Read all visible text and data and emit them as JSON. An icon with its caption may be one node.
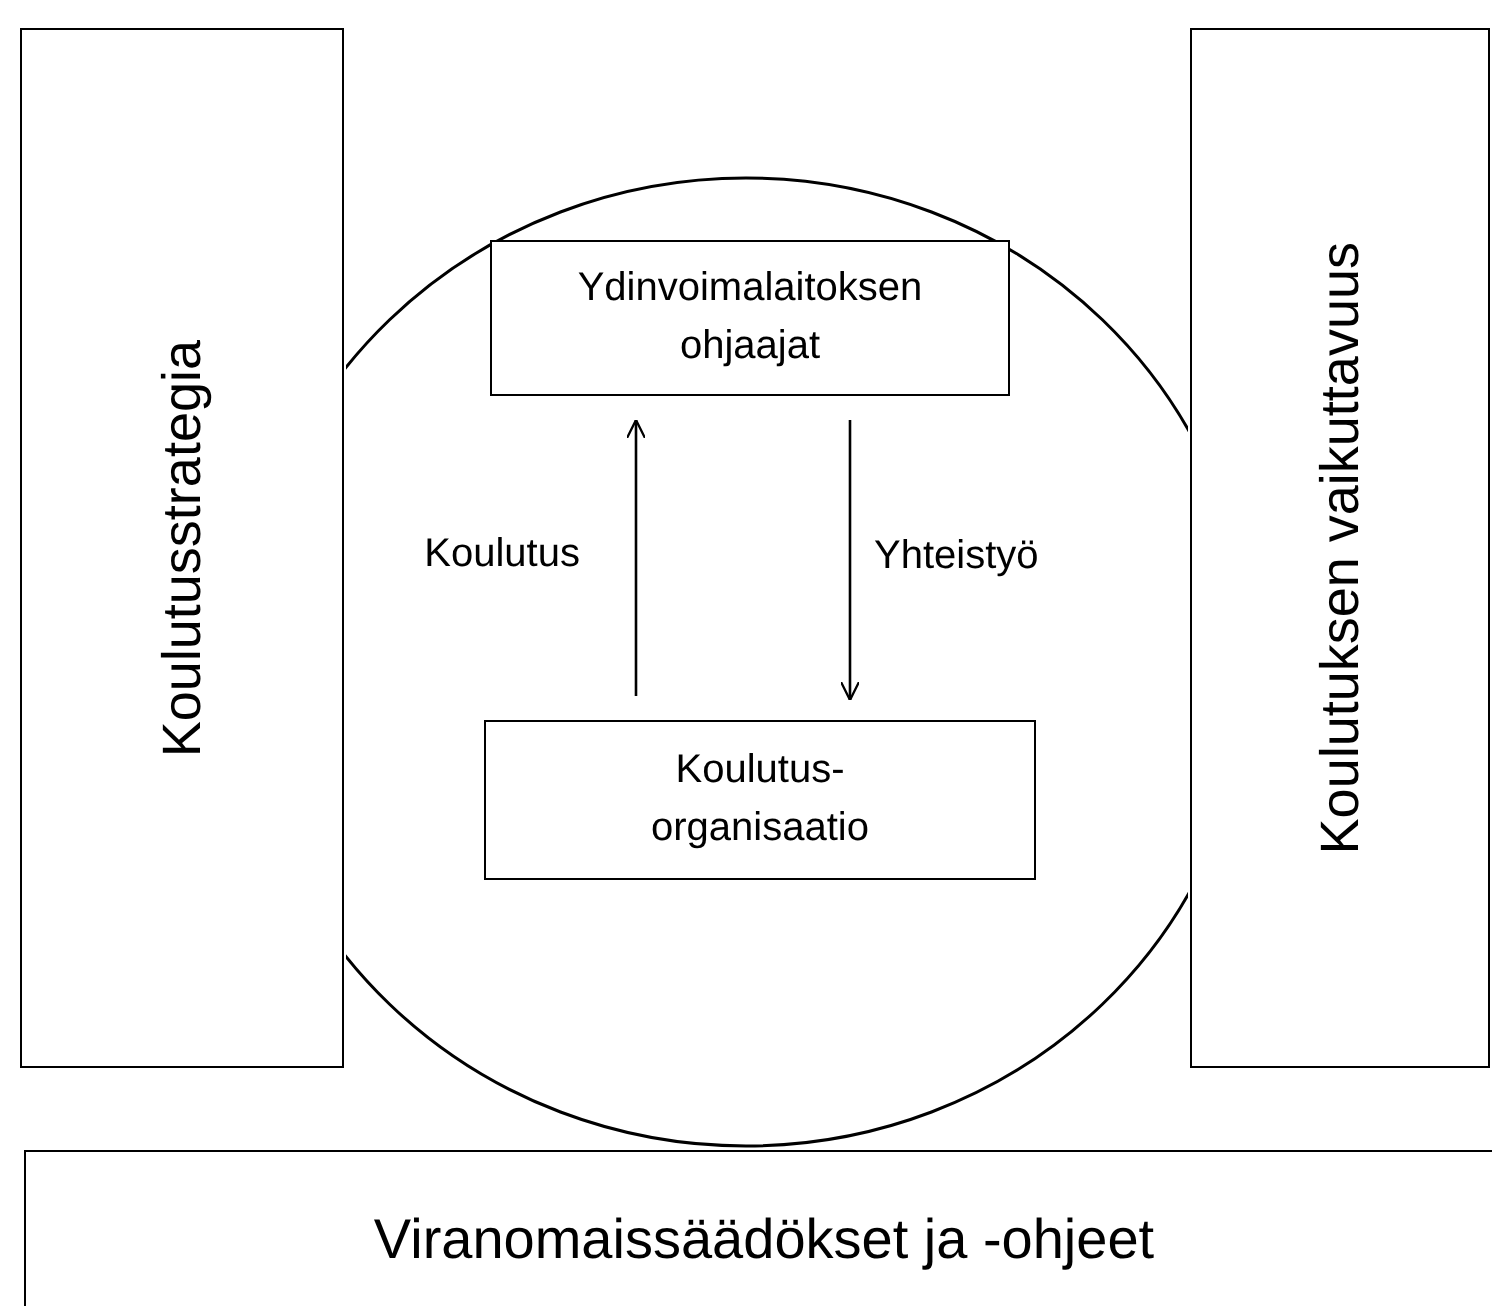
{
  "diagram": {
    "nodes": [
      {
        "text": [
          "Koulutusstrategia"
        ]
      },
      {
        "text": [],
        "shape": "circle"
      },
      {
        "text": [
          "Ydinvoimalaitoksen ohjaajat"
        ],
        "in": 1
      },
      {
        "text": [
          "Koulutus-organisaatio"
        ],
        "in": 1
      },
      {
        "text": [
          "Koulutuksen vaikuttavuus"
        ]
      },
      {
        "text": [
          "Viranomaissäädökset ja -ohjeet"
        ]
      }
    ],
    "edges": [
      {
        "from": 3,
        "to": 2,
        "arrow": "to",
        "label": "Koulutus"
      },
      {
        "from": 2,
        "to": 3,
        "arrow": "to",
        "label": "Yhteistyö"
      }
    ]
  }
}
